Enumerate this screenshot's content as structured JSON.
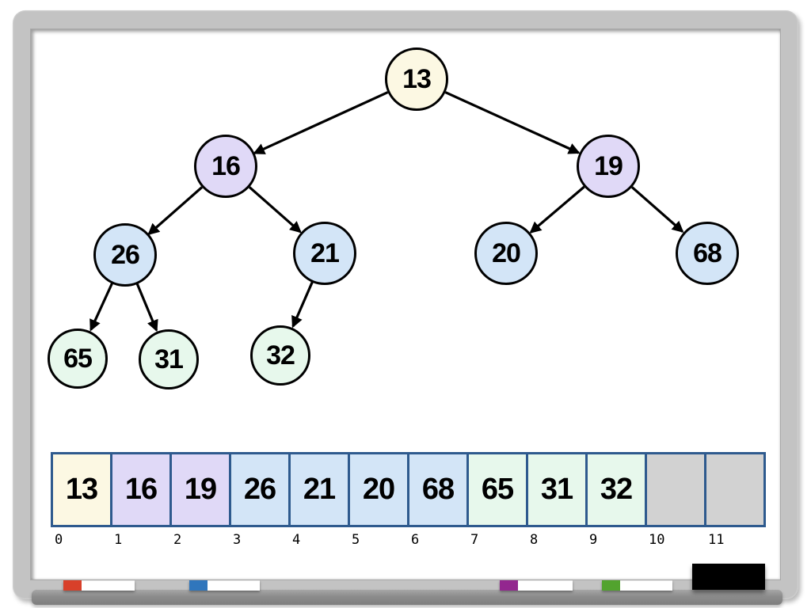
{
  "tree": {
    "description": "binary-min-heap",
    "nodes": [
      {
        "id": "13",
        "value": "13",
        "tone": "cream"
      },
      {
        "id": "16",
        "value": "16",
        "tone": "lavender"
      },
      {
        "id": "19",
        "value": "19",
        "tone": "lavender"
      },
      {
        "id": "26",
        "value": "26",
        "tone": "blue"
      },
      {
        "id": "21",
        "value": "21",
        "tone": "blue"
      },
      {
        "id": "20",
        "value": "20",
        "tone": "blue"
      },
      {
        "id": "68",
        "value": "68",
        "tone": "blue"
      },
      {
        "id": "65",
        "value": "65",
        "tone": "green"
      },
      {
        "id": "31",
        "value": "31",
        "tone": "green"
      },
      {
        "id": "32",
        "value": "32",
        "tone": "green"
      }
    ],
    "edges": [
      [
        "13",
        "16"
      ],
      [
        "13",
        "19"
      ],
      [
        "16",
        "26"
      ],
      [
        "16",
        "21"
      ],
      [
        "19",
        "20"
      ],
      [
        "19",
        "68"
      ],
      [
        "26",
        "65"
      ],
      [
        "26",
        "31"
      ],
      [
        "21",
        "32"
      ]
    ]
  },
  "array": {
    "cells": [
      {
        "index": "0",
        "value": "13",
        "tone": "cream"
      },
      {
        "index": "1",
        "value": "16",
        "tone": "lavender"
      },
      {
        "index": "2",
        "value": "19",
        "tone": "lavender"
      },
      {
        "index": "3",
        "value": "26",
        "tone": "blue"
      },
      {
        "index": "4",
        "value": "21",
        "tone": "blue"
      },
      {
        "index": "5",
        "value": "20",
        "tone": "blue"
      },
      {
        "index": "6",
        "value": "68",
        "tone": "blue"
      },
      {
        "index": "7",
        "value": "65",
        "tone": "green"
      },
      {
        "index": "8",
        "value": "31",
        "tone": "green"
      },
      {
        "index": "9",
        "value": "32",
        "tone": "green"
      },
      {
        "index": "10",
        "value": "",
        "tone": "empty"
      },
      {
        "index": "11",
        "value": "",
        "tone": "empty"
      }
    ]
  },
  "colors": {
    "level_root": "#fcf8e3",
    "level_2": "#e0d9f7",
    "level_3": "#d3e5f7",
    "level_4": "#e7f8ec",
    "empty_cell": "#d2d2d2",
    "array_border": "#2e5a8e",
    "marker_red": "#d8402a",
    "marker_blue": "#3076bc",
    "marker_purple": "#93278f",
    "marker_green": "#52a32e",
    "eraser": "#000000",
    "frame": "#c3c3c3"
  }
}
